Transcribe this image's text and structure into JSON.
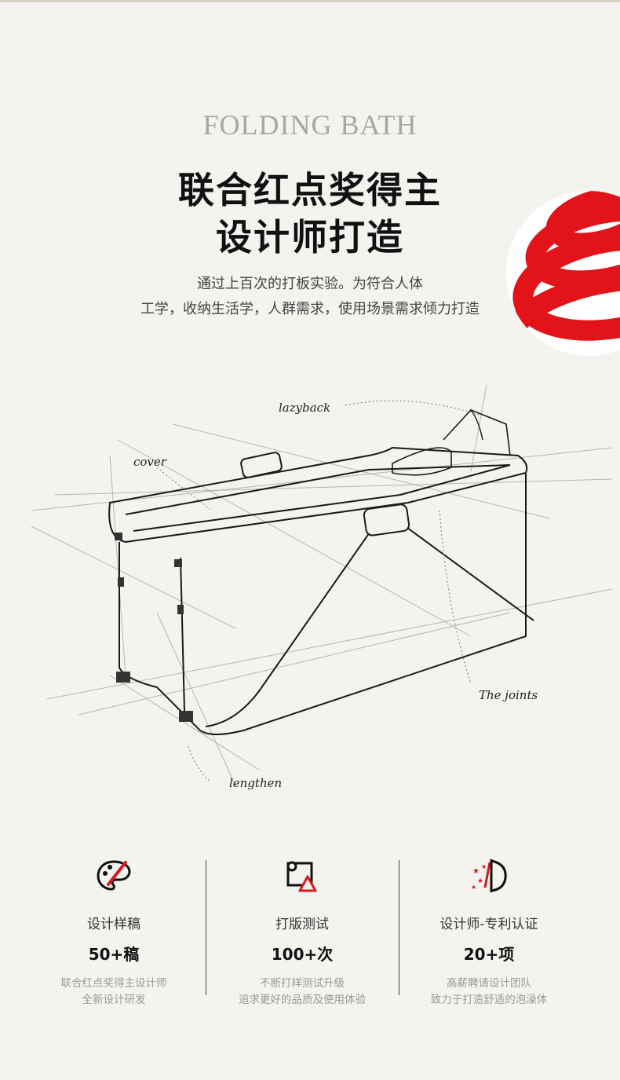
{
  "header": {
    "en_title": "FOLDING BATH",
    "cn_title_line1": "联合红点奖得主",
    "cn_title_line2": "设计师打造",
    "desc_line1": "通过上百次的打板实验。为符合人体",
    "desc_line2": "工学，收纳生活学，人群需求，使用场景需求倾力打造"
  },
  "logo": {
    "icon": "red-dot-award-logo",
    "color": "#e3131a"
  },
  "sketch": {
    "labels": {
      "lazyback": "lazyback",
      "cover": "cover",
      "joints": "The joints",
      "lengthen": "lengthen"
    }
  },
  "features": [
    {
      "icon": "design-palette-icon",
      "name": "设计样稿",
      "count": "50+稿",
      "sub_line1": "联合红点奖得主设计师",
      "sub_line2": "全新设计研发"
    },
    {
      "icon": "shapes-test-icon",
      "name": "打版测试",
      "count": "100+次",
      "sub_line1": "不断打样测试升级",
      "sub_line2": "追求更好的品质及使用体验"
    },
    {
      "icon": "patent-certification-icon",
      "name": "设计师-专利认证",
      "count": "20+项",
      "sub_line1": "高薪聘请设计团队",
      "sub_line2": "致力于打造舒适的泡澡体"
    }
  ],
  "colors": {
    "accent": "#d7191d",
    "text": "#111111",
    "muted": "#999999"
  }
}
